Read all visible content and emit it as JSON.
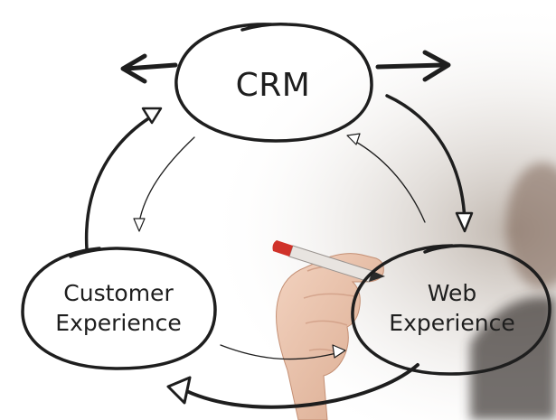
{
  "diagram": {
    "nodes": [
      {
        "id": "crm",
        "label": "CRM"
      },
      {
        "id": "customer",
        "label_lines": [
          "Customer",
          "Experience"
        ]
      },
      {
        "id": "web",
        "label_lines": [
          "Web",
          "Experience"
        ]
      }
    ],
    "cycle": [
      "crm",
      "web",
      "customer"
    ],
    "accent_colors": {
      "ink": "#1e1e1e",
      "marker_cap": "#d0322a"
    }
  }
}
